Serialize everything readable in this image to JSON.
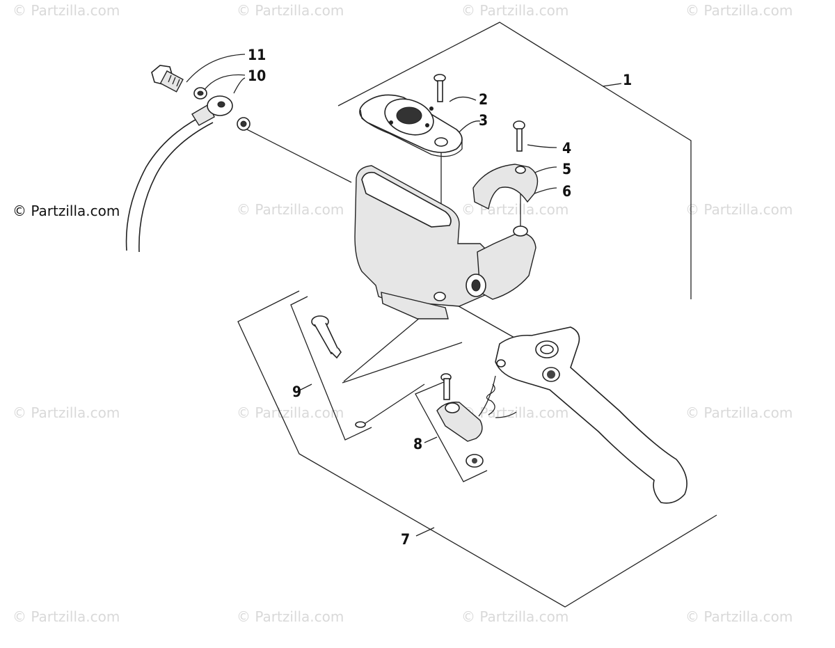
{
  "diagram": {
    "credit": "© Partzilla.com",
    "watermark": "© Partzilla.com",
    "callouts": {
      "c1": "1",
      "c2": "2",
      "c3": "3",
      "c4": "4",
      "c5": "5",
      "c6": "6",
      "c7": "7",
      "c8": "8",
      "c9": "9",
      "c10": "10",
      "c11": "11"
    }
  }
}
